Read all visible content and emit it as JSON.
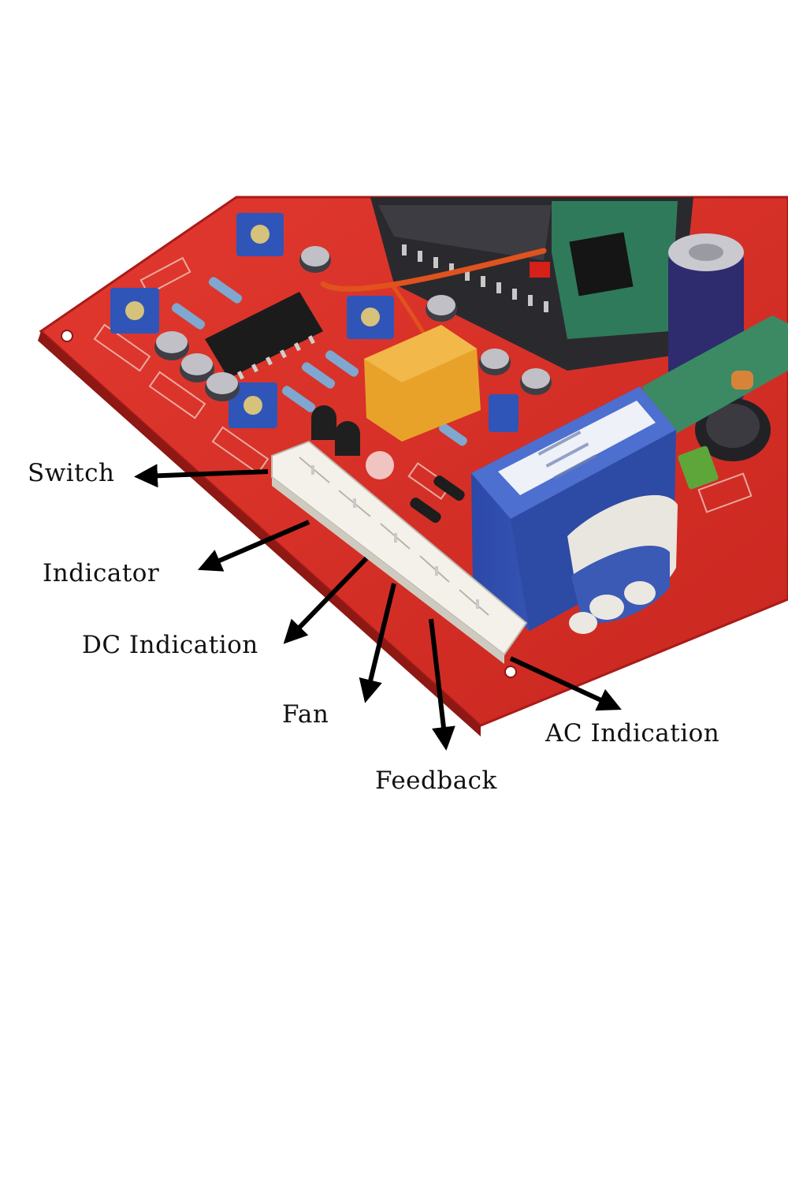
{
  "labels": {
    "switch": "Switch",
    "indicator": "Indicator",
    "dc_indication": "DC Indication",
    "fan": "Fan",
    "feedback": "Feedback",
    "ac_indication": "AC Indication"
  },
  "colors": {
    "board": "#d8302a",
    "board_dark": "#a81c18",
    "silkscreen": "#f2c9bf",
    "connector": "#f4f1ea",
    "trimmer": "#2f55b8",
    "relay": "#e8a22a",
    "transformer": "#3656b8",
    "chip": "#1b1b1b",
    "capacitor": "#3e3e44",
    "wire": "#e0521e",
    "arrow": "#000000",
    "background": "#ffffff"
  }
}
